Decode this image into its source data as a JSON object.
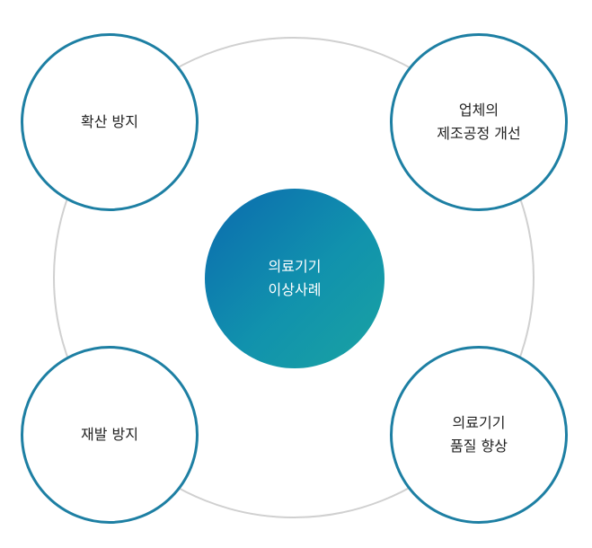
{
  "diagram": {
    "center": {
      "label": "의료기기\n이상사례",
      "gradient": [
        "#0b6aaf",
        "#1aa3a2"
      ]
    },
    "nodes": [
      {
        "id": "top-left",
        "label": "확산 방지"
      },
      {
        "id": "top-right",
        "label": "업체의\n제조공정 개선"
      },
      {
        "id": "bottom-left",
        "label": "재발 방지"
      },
      {
        "id": "bottom-right",
        "label": "의료기기\n품질 향상"
      }
    ],
    "colors": {
      "node_border": "#1d7fa3",
      "ring": "#d0d0d0"
    }
  }
}
